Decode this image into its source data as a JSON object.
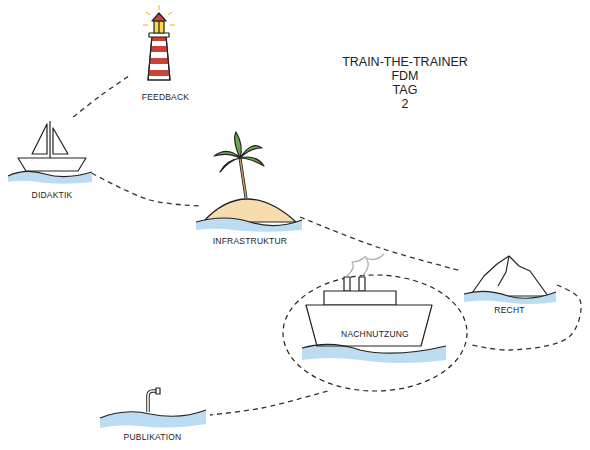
{
  "diagram": {
    "title": "TRAIN-THE-TRAINER FDM TAG 2",
    "nodes": [
      {
        "text": [
          "FEEDBACK"
        ]
      },
      {
        "text": [
          "DIDAKTIK"
        ]
      },
      {
        "text": [
          "INFRASTRUKTUR"
        ]
      },
      {
        "text": [
          "RECHT"
        ]
      },
      {
        "text": [
          "NACHNUTZUNG"
        ]
      },
      {
        "text": [
          "PUBLIKATION"
        ]
      }
    ],
    "edges": [
      {
        "from": 0,
        "to": 1,
        "arrow": "none"
      },
      {
        "from": 1,
        "to": 2,
        "arrow": "none"
      },
      {
        "from": 2,
        "to": 3,
        "arrow": "none"
      },
      {
        "from": 3,
        "to": 4,
        "arrow": "none"
      },
      {
        "from": 4,
        "to": 5,
        "arrow": "none"
      }
    ]
  }
}
